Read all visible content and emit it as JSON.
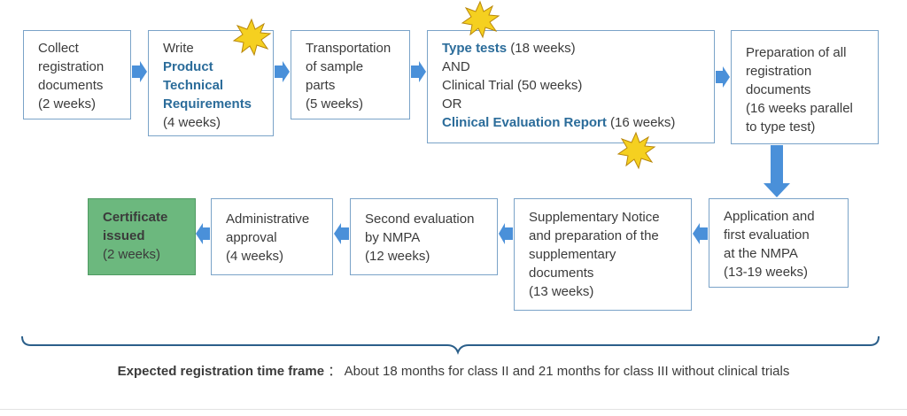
{
  "steps": {
    "collect": {
      "l1": "Collect",
      "l2": "registration",
      "l3": "documents",
      "l4": "(2 weeks)"
    },
    "write": {
      "l1": "Write",
      "l2": "Product",
      "l3": "Technical",
      "l4": "Requirements",
      "l5": "(4 weeks)"
    },
    "transport": {
      "l1": "Transportation",
      "l2": "of sample",
      "l3": "parts",
      "l4": "(5 weeks)"
    },
    "tests": {
      "type_tests": "Type tests",
      "type_tests_dur": " (18 weeks)",
      "and": " AND",
      "trial": "Clinical Trial (50  weeks)",
      "or": "OR",
      "cer": "Clinical Evaluation Report",
      "cer_dur": "  (16 weeks)"
    },
    "prep": {
      "l1": "Preparation of all",
      "l2": "registration",
      "l3": "documents",
      "l4": "(16 weeks parallel",
      "l5": "to type test)"
    },
    "application": {
      "l1": "Application and",
      "l2": "first evaluation",
      "l3": "at the NMPA",
      "l4": "(13-19 weeks)"
    },
    "supplementary": {
      "l1": "Supplementary Notice",
      "l2": "and preparation of the",
      "l3": "supplementary",
      "l4": "documents",
      "l5": "(13 weeks)"
    },
    "second_eval": {
      "l1": "Second evaluation",
      "l2": "by NMPA",
      "l3": "(12 weeks)"
    },
    "admin": {
      "l1": "Administrative",
      "l2": "approval",
      "l3": "(4 weeks)"
    },
    "certificate": {
      "l1": "Certificate",
      "l2": "issued",
      "l3": "(2 weeks)"
    }
  },
  "footer": {
    "label": "Expected registration time frame",
    "sep": "：",
    "text": " About 18 months for class II and 21 months for class III without clinical trials"
  },
  "colors": {
    "border": "#7aa3c8",
    "highlight": "#2b6c9a",
    "arrow": "#4a90d9",
    "green": "#6cb87e",
    "star": "#f5d020"
  }
}
